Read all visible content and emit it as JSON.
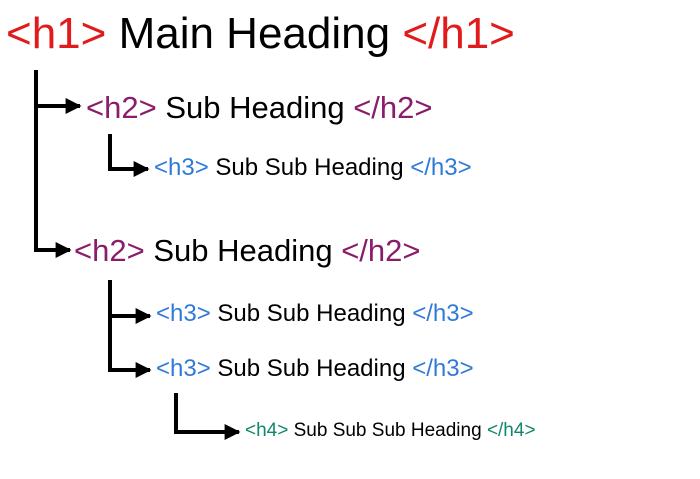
{
  "rows": [
    {
      "id": "h1",
      "open_tag": "<h1>",
      "text": "Main Heading",
      "close_tag": "</h1>"
    },
    {
      "id": "h2-1",
      "open_tag": "<h2>",
      "text": "Sub Heading",
      "close_tag": "</h2>"
    },
    {
      "id": "h3-1",
      "open_tag": "<h3>",
      "text": "Sub Sub Heading",
      "close_tag": "</h3>"
    },
    {
      "id": "h2-2",
      "open_tag": "<h2>",
      "text": "Sub Heading",
      "close_tag": "</h2>"
    },
    {
      "id": "h3-2",
      "open_tag": "<h3>",
      "text": "Sub Sub Heading",
      "close_tag": "</h3>"
    },
    {
      "id": "h3-3",
      "open_tag": "<h3>",
      "text": "Sub Sub Heading",
      "close_tag": "</h3>"
    },
    {
      "id": "h4-1",
      "open_tag": "<h4>",
      "text": "Sub Sub Sub Heading",
      "close_tag": "</h4>"
    }
  ],
  "colors": {
    "h1": "#e11b1b",
    "h2": "#8a1d6a",
    "h3": "#2f7ad9",
    "h4": "#12866b",
    "text": "#000000",
    "connector": "#000000"
  }
}
